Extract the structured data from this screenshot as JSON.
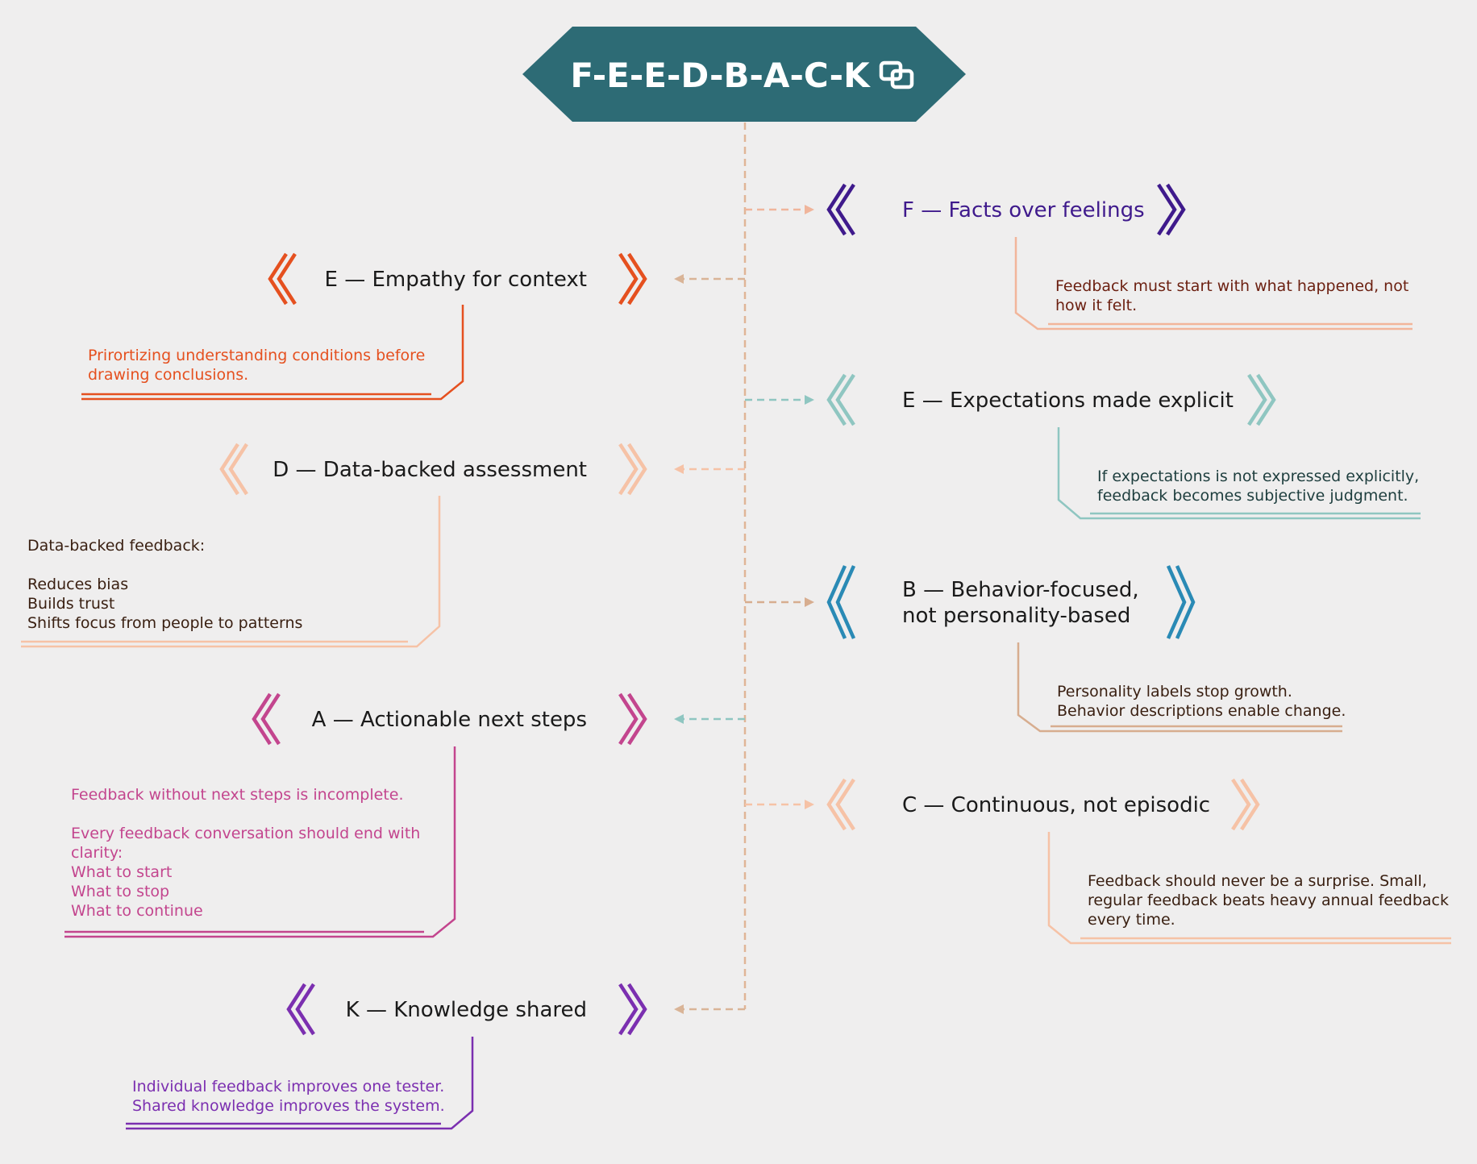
{
  "title": "F-E-E-D-B-A-C-K",
  "title_icon": "link-icon",
  "colors": {
    "background": "#efeeee",
    "title_fill": "#2d6b75",
    "spine": "#e0b597"
  },
  "nodes": [
    {
      "id": "f",
      "side": "right",
      "label": [
        "F — Facts over feelings"
      ],
      "label_color": "#3f1a8c",
      "bracket_color": "#3f1a8c",
      "connector_color": "#f0b59b",
      "note_color": "#f2b59a",
      "note_text_color": "#6b1f10",
      "note": [
        "Feedback must start with what happened, not",
        "how it felt."
      ]
    },
    {
      "id": "e1",
      "side": "left",
      "label": [
        "E — Empathy for context"
      ],
      "label_color": "#1a1a1a",
      "bracket_color": "#e5501f",
      "connector_color": "#d9b497",
      "note_color": "#e5501f",
      "note_text_color": "#e5501f",
      "note": [
        "Prirortizing understanding conditions before",
        "drawing conclusions."
      ]
    },
    {
      "id": "e2",
      "side": "right",
      "label": [
        "E — Expectations made explicit"
      ],
      "label_color": "#1a1a1a",
      "bracket_color": "#8fc6c1",
      "connector_color": "#8fc6c1",
      "note_color": "#8fc6c1",
      "note_text_color": "#1e3e3e",
      "note": [
        "If expectations is not expressed explicitly,",
        "feedback becomes subjective judgment."
      ]
    },
    {
      "id": "d",
      "side": "left",
      "label": [
        "D — Data-backed assessment"
      ],
      "label_color": "#1a1a1a",
      "bracket_color": "#f6c2a6",
      "connector_color": "#f6c2a6",
      "note_color": "#f6c2a6",
      "note_text_color": "#3a2012",
      "note": [
        "Data-backed feedback:",
        "",
        "Reduces bias",
        "Builds trust",
        "Shifts focus from people to patterns"
      ]
    },
    {
      "id": "b",
      "side": "right",
      "label": [
        "B — Behavior-focused,",
        "not personality-based"
      ],
      "label_color": "#1a1a1a",
      "bracket_color": "#2a8ab5",
      "connector_color": "#d7ad8f",
      "note_color": "#d7ad8f",
      "note_text_color": "#3a2012",
      "note": [
        "Personality labels stop growth.",
        "Behavior descriptions enable change."
      ]
    },
    {
      "id": "a",
      "side": "left",
      "label": [
        "A — Actionable next steps"
      ],
      "label_color": "#1a1a1a",
      "bracket_color": "#c3458e",
      "connector_color": "#8fc6c1",
      "note_color": "#c3458e",
      "note_text_color": "#c3458e",
      "note": [
        "Feedback without next steps is incomplete.",
        "",
        "Every feedback conversation should end with",
        "clarity:",
        "What to start",
        "What to stop",
        "What to continue"
      ]
    },
    {
      "id": "c",
      "side": "right",
      "label": [
        "C — Continuous, not episodic"
      ],
      "label_color": "#1a1a1a",
      "bracket_color": "#f6c2a6",
      "connector_color": "#f6c2a6",
      "note_color": "#f6c2a6",
      "note_text_color": "#3a2012",
      "note": [
        "Feedback should never be a surprise. Small,",
        "regular feedback beats heavy annual feedback",
        "every time."
      ]
    },
    {
      "id": "k",
      "side": "left",
      "label": [
        "K — Knowledge shared"
      ],
      "label_color": "#1a1a1a",
      "bracket_color": "#7b2fb0",
      "connector_color": "#d9b497",
      "note_color": "#7b2fb0",
      "note_text_color": "#7b2fb0",
      "note": [
        "Individual feedback improves one tester.",
        "Shared knowledge improves the system."
      ]
    }
  ]
}
